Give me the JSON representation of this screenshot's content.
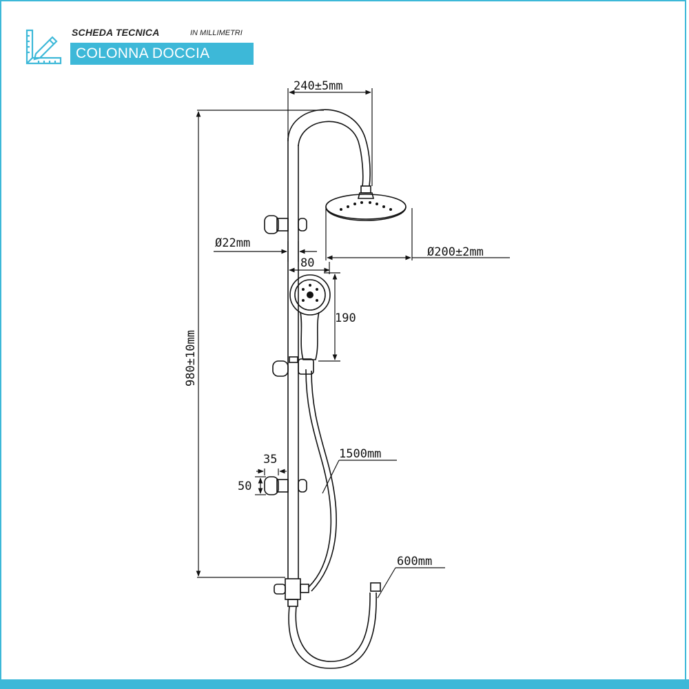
{
  "header": {
    "title": "SCHEDA TECNICA",
    "subtitle": "IN MILLIMETRI",
    "banner": "COLONNA DOCCIA",
    "accent_color": "#3db8d8",
    "icon": "ruler-pencil-icon"
  },
  "dimensions": {
    "arm_reach": "240±5mm",
    "bar_diameter": "Ø22mm",
    "head_diameter": "Ø200±2mm",
    "hand_shower_width": "80",
    "hand_shower_length": "190",
    "total_height": "980±10mm",
    "bracket_width": "35",
    "bracket_height": "50",
    "hose_long": "1500mm",
    "hose_short": "600mm"
  }
}
